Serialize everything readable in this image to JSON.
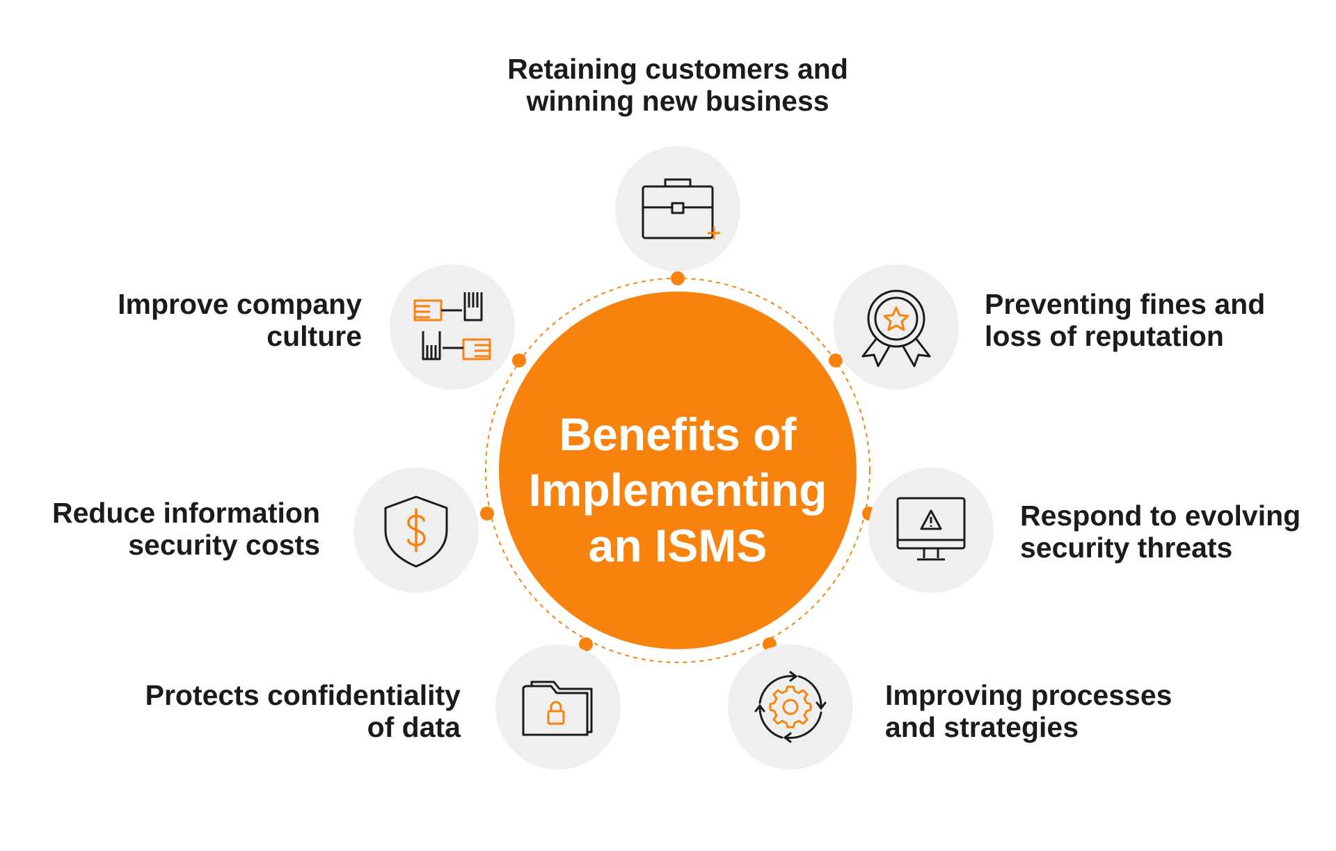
{
  "title": {
    "lines": [
      "Benefits of",
      "Implementing",
      "an ISMS"
    ]
  },
  "colors": {
    "accent": "#f7830e",
    "icon_bg": "#efefef",
    "text": "#1b1b1b",
    "icon_stroke": "#1b1b1b"
  },
  "benefits": [
    {
      "lines": [
        "Retaining customers and",
        "winning new business"
      ],
      "icon": "briefcase-icon"
    },
    {
      "lines": [
        "Preventing fines and",
        "loss of reputation"
      ],
      "icon": "award-badge-icon"
    },
    {
      "lines": [
        "Respond to evolving",
        "security threats"
      ],
      "icon": "monitor-warning-icon"
    },
    {
      "lines": [
        "Improving processes",
        "and strategies"
      ],
      "icon": "gear-cycle-icon"
    },
    {
      "lines": [
        "Protects confidentiality",
        "of data"
      ],
      "icon": "locked-folder-icon"
    },
    {
      "lines": [
        "Reduce information",
        "security costs"
      ],
      "icon": "shield-dollar-icon"
    },
    {
      "lines": [
        "Improve company",
        "culture"
      ],
      "icon": "joined-hands-icon"
    }
  ]
}
